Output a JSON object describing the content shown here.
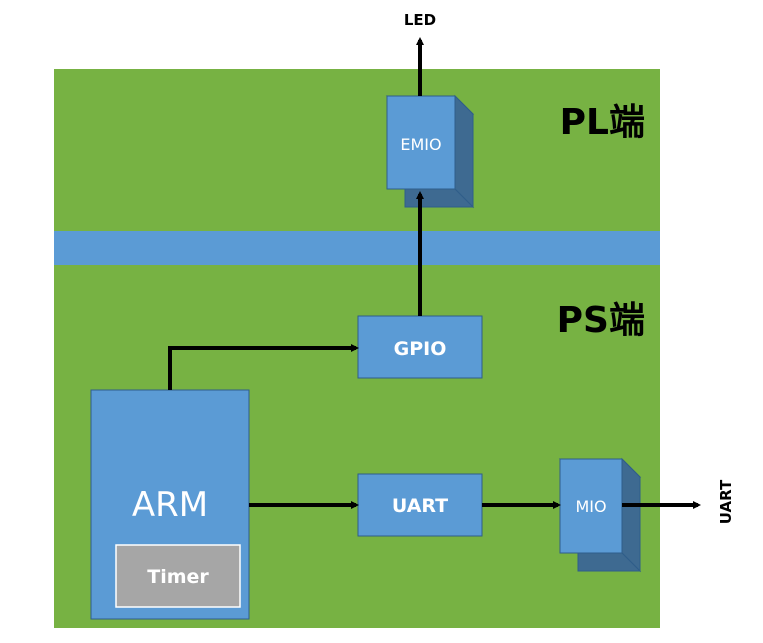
{
  "regions": {
    "pl_label": "PL端",
    "ps_label": "PS端"
  },
  "blocks": {
    "emio": "EMIO",
    "gpio": "GPIO",
    "arm": "ARM",
    "timer": "Timer",
    "uart": "UART",
    "mio": "MIO"
  },
  "outputs": {
    "led": "LED",
    "uart": "UART"
  },
  "colors": {
    "green": "#77B243",
    "blue": "#5B9BD5",
    "blue_side": "#3E6A91",
    "blue_top": "#6FA8DC",
    "gray": "#A6A6A6",
    "arrow": "#000000"
  }
}
